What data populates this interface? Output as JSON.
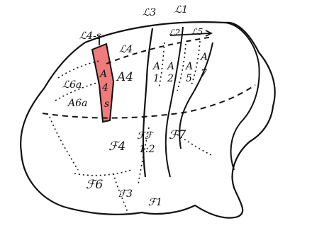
{
  "colors": {
    "ink": "#111111",
    "highlight": "#ef7b7b",
    "background": "#ffffff"
  },
  "labels": {
    "l4s": "ℒ4-s",
    "l3": "ℒ3",
    "l1": "ℒ1",
    "l4": "ℒ4",
    "l2": "ℒ2",
    "l5": "ℒ5",
    "l6a": "ℒ6a",
    "a6a": "A6a",
    "a4": "A4",
    "a4s_a": "A",
    "a4s_4": "4",
    "a4s_s": "s",
    "a1_a": "A",
    "a1_n": "1",
    "a2_a": "A",
    "a2_n": "2",
    "a5_a": "A",
    "a5_n": "5",
    "a7_a": "A",
    "a7_n": "7",
    "f4": "ℱ4",
    "f1f2_top": "ℱℱ",
    "f1f2_bot": "1:2",
    "f7": "ℱ7",
    "f6": "ℱ6",
    "f3": "ℱ3",
    "f1": "ℱ1"
  }
}
